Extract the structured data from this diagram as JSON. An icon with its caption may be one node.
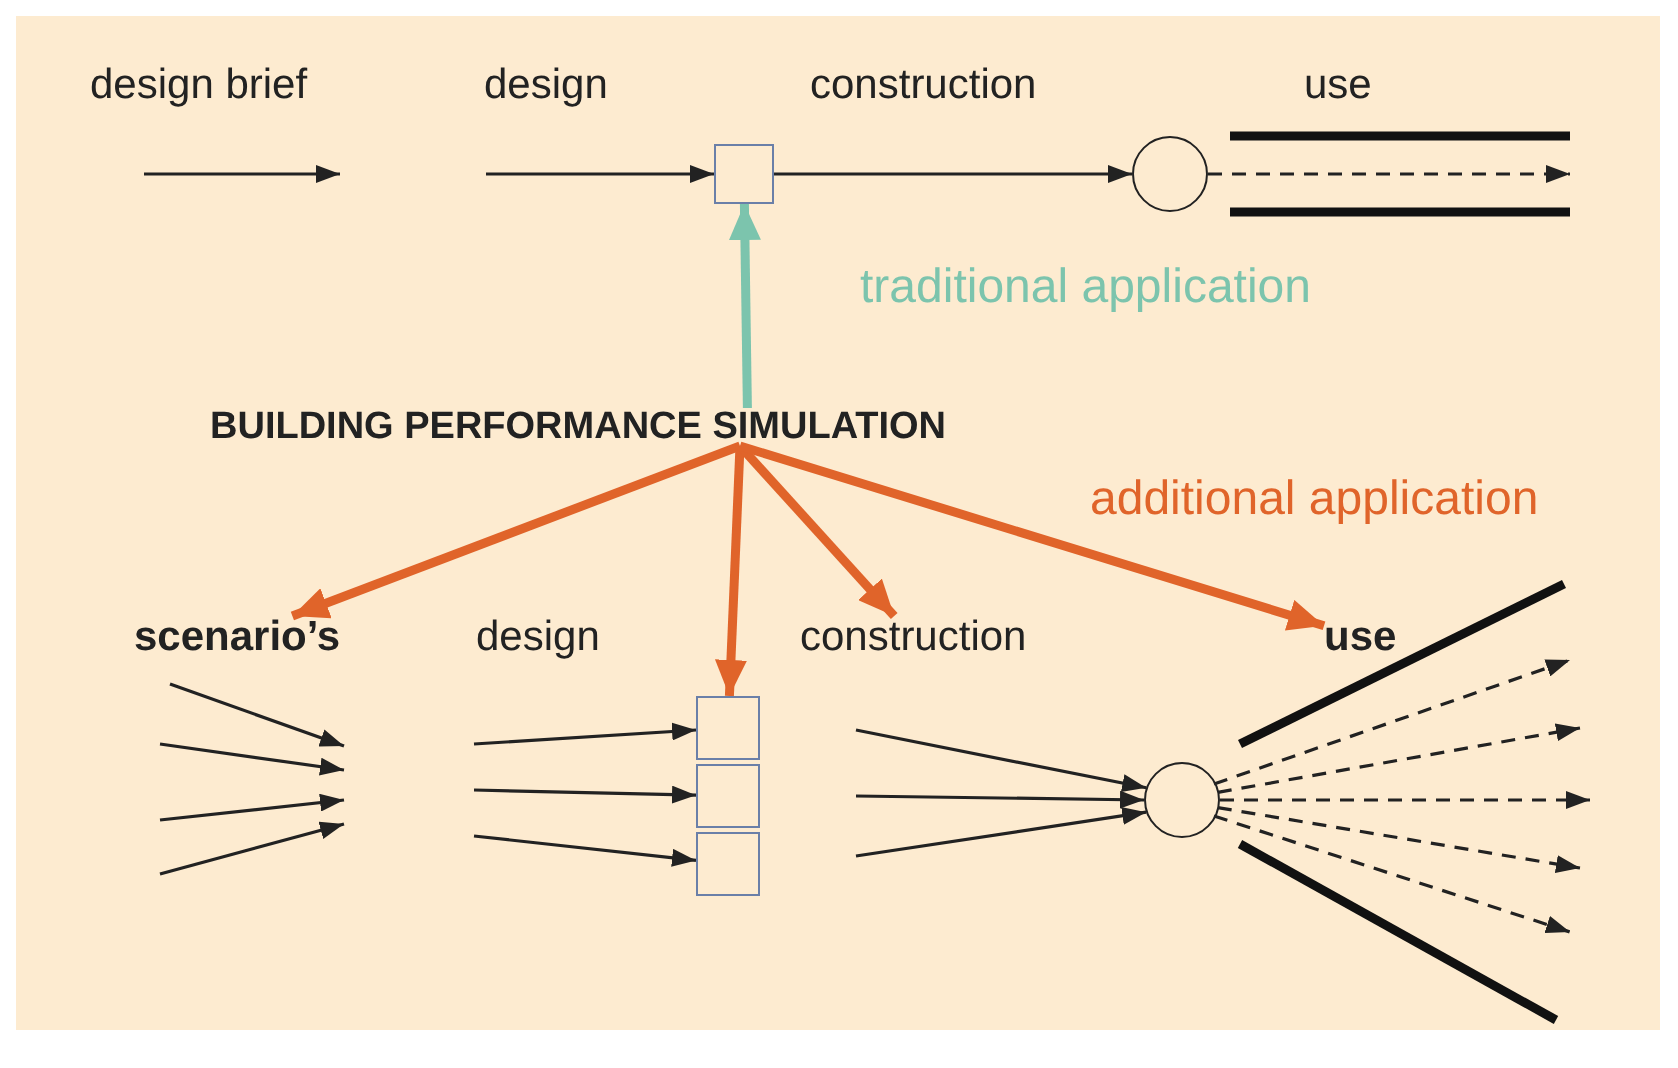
{
  "diagram": {
    "nodes": [
      {
        "text": [
          "BUILDING PERFORMANCE SIMULATION"
        ]
      },
      {
        "text": [],
        "shape": "box"
      },
      {
        "text": [],
        "shape": "circle"
      },
      {
        "text": [
          "scenario’s"
        ]
      },
      {
        "text": [],
        "shape": "box"
      },
      {
        "text": [],
        "shape": "box"
      },
      {
        "text": [],
        "shape": "box"
      },
      {
        "text": [
          "construction"
        ]
      },
      {
        "text": [
          "use"
        ]
      },
      {
        "text": [],
        "shape": "circle"
      }
    ],
    "edges": [
      {
        "from": null,
        "to": 1,
        "arrow": "to"
      },
      {
        "from": 1,
        "to": 2,
        "arrow": "to"
      },
      {
        "from": 2,
        "to": null,
        "arrow": "to",
        "style": "dashed"
      },
      {
        "from": 0,
        "to": 1,
        "arrow": "to",
        "style": "thick",
        "color": "#7cc4ad"
      },
      {
        "from": 0,
        "to": 3,
        "arrow": "to",
        "style": "thick",
        "color": "#e0642a"
      },
      {
        "from": 0,
        "to": 4,
        "arrow": "to",
        "style": "thick",
        "color": "#e0642a"
      },
      {
        "from": 0,
        "to": 7,
        "arrow": "to",
        "style": "thick",
        "color": "#e0642a"
      },
      {
        "from": 0,
        "to": 8,
        "arrow": "to",
        "style": "thick",
        "color": "#e0642a"
      },
      {
        "from": null,
        "to": 4,
        "arrow": "to"
      },
      {
        "from": null,
        "to": 5,
        "arrow": "to"
      },
      {
        "from": null,
        "to": 6,
        "arrow": "to"
      },
      {
        "from": null,
        "to": 9,
        "arrow": "to"
      },
      {
        "from": null,
        "to": 9,
        "arrow": "to"
      },
      {
        "from": null,
        "to": 9,
        "arrow": "to"
      },
      {
        "from": 9,
        "to": null,
        "arrow": "to",
        "style": "dashed"
      },
      {
        "from": 9,
        "to": null,
        "arrow": "to",
        "style": "dashed"
      },
      {
        "from": 9,
        "to": null,
        "arrow": "to",
        "style": "dashed"
      },
      {
        "from": 9,
        "to": null,
        "arrow": "to",
        "style": "dashed"
      },
      {
        "from": 9,
        "to": null,
        "arrow": "to",
        "style": "dashed"
      }
    ],
    "labels": [
      "design brief",
      "design",
      "construction",
      "use",
      "traditional application",
      "additional application",
      "design"
    ]
  }
}
